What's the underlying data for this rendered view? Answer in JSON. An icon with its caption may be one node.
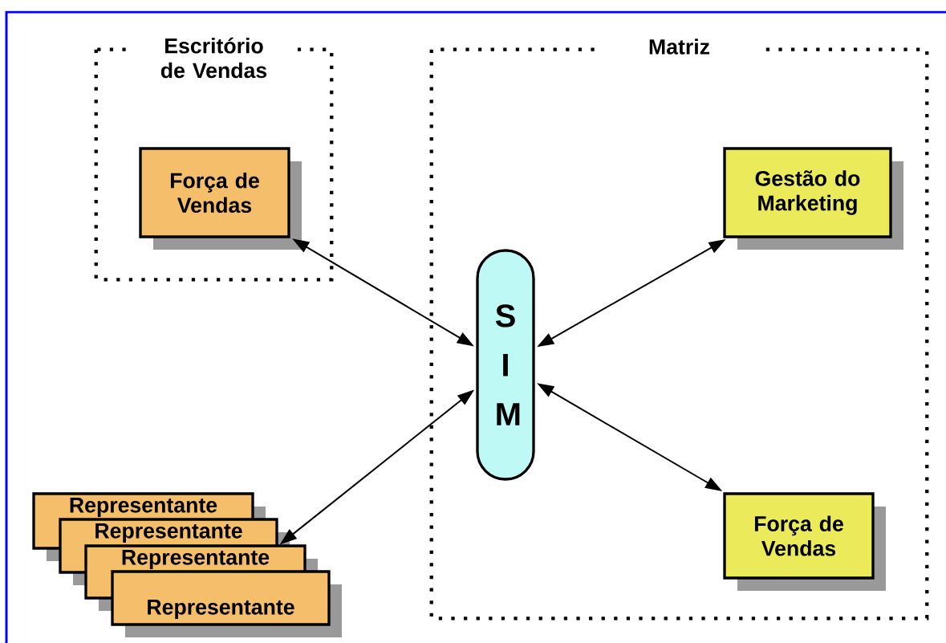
{
  "diagram": {
    "nodes": [
      {
        "text": [
          "Escritório de Vendas"
        ]
      },
      {
        "text": [
          "Força de Vendas"
        ],
        "in": 0
      },
      {
        "text": [
          "Matriz"
        ]
      },
      {
        "text": [
          "Gestão do Marketing"
        ],
        "in": 2
      },
      {
        "text": [
          "S I M"
        ],
        "in": 2
      },
      {
        "text": [
          "Força de Vendas"
        ],
        "in": 2
      },
      {
        "text": [
          "Representante"
        ]
      },
      {
        "text": [
          "Representante"
        ]
      },
      {
        "text": [
          "Representante"
        ]
      },
      {
        "text": [
          "Representante"
        ]
      }
    ],
    "edges": [
      {
        "from": 4,
        "to": 1,
        "arrow": "both"
      },
      {
        "from": 4,
        "to": 3,
        "arrow": "both"
      },
      {
        "from": 4,
        "to": 7,
        "arrow": "both"
      },
      {
        "from": 4,
        "to": 5,
        "arrow": "both"
      }
    ]
  }
}
